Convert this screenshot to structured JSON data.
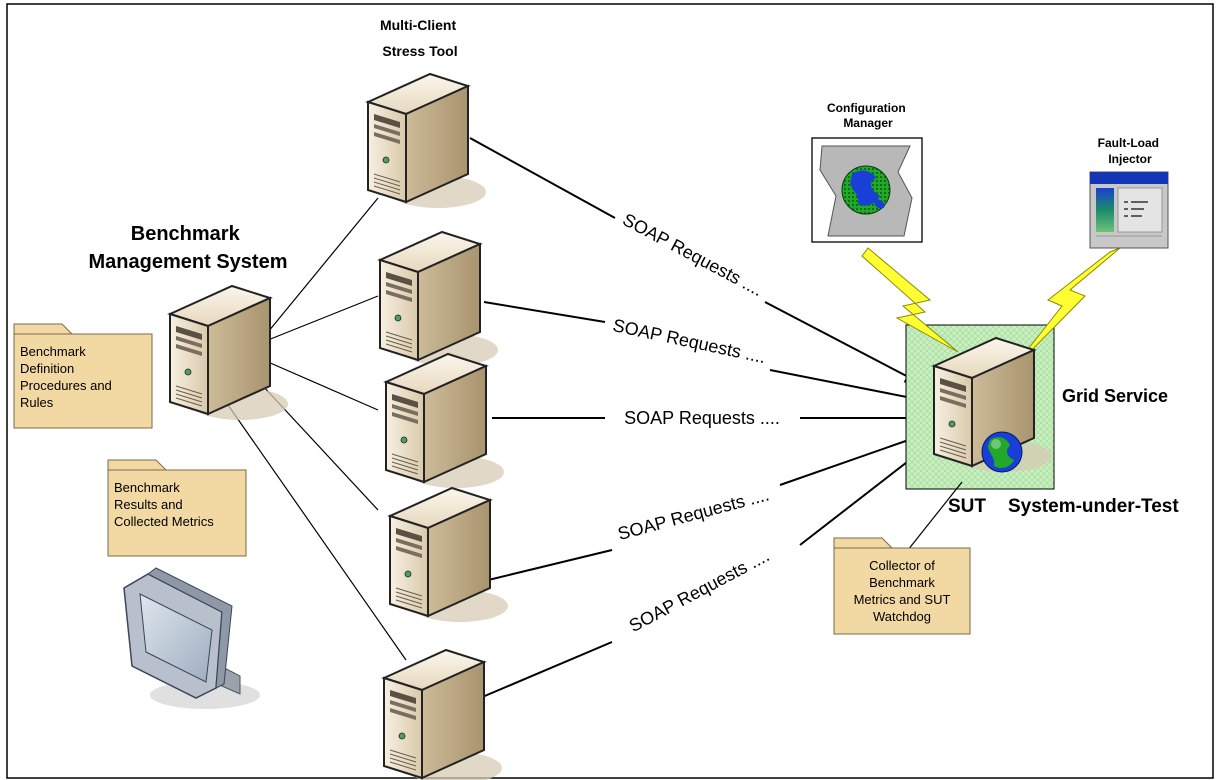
{
  "labels": {
    "stress_tool": [
      "Multi-Client",
      "Stress Tool"
    ],
    "benchmark_mgmt": [
      "Benchmark",
      "Management System"
    ],
    "config_manager": [
      "Configuration",
      "Manager"
    ],
    "fault_injector": [
      "Fault-Load",
      "Injector"
    ],
    "grid_service": "Grid Service",
    "sut": "SUT",
    "system_under_test": "System-under-Test"
  },
  "folders": {
    "definition": [
      "Benchmark",
      "Definition",
      "Procedures and",
      "Rules"
    ],
    "results": [
      "Benchmark",
      "Results and",
      "Collected Metrics"
    ],
    "collector": [
      "Collector of",
      "Benchmark",
      "Metrics and SUT",
      "Watchdog"
    ]
  },
  "soap_requests": [
    "SOAP Requests ....",
    "SOAP Requests ....",
    "SOAP Requests ....",
    "SOAP Requests ....",
    "SOAP Requests ...."
  ],
  "colors": {
    "server_body": "#e8dcc6",
    "server_dark": "#c9b898",
    "folder_fill": "#f2d9a4",
    "sut_box": "#c9f0c0",
    "lightning": "#ffff33",
    "globe_blue": "#1a3fd6",
    "globe_green": "#1aa81a",
    "injector_blue": "#1436b4"
  }
}
